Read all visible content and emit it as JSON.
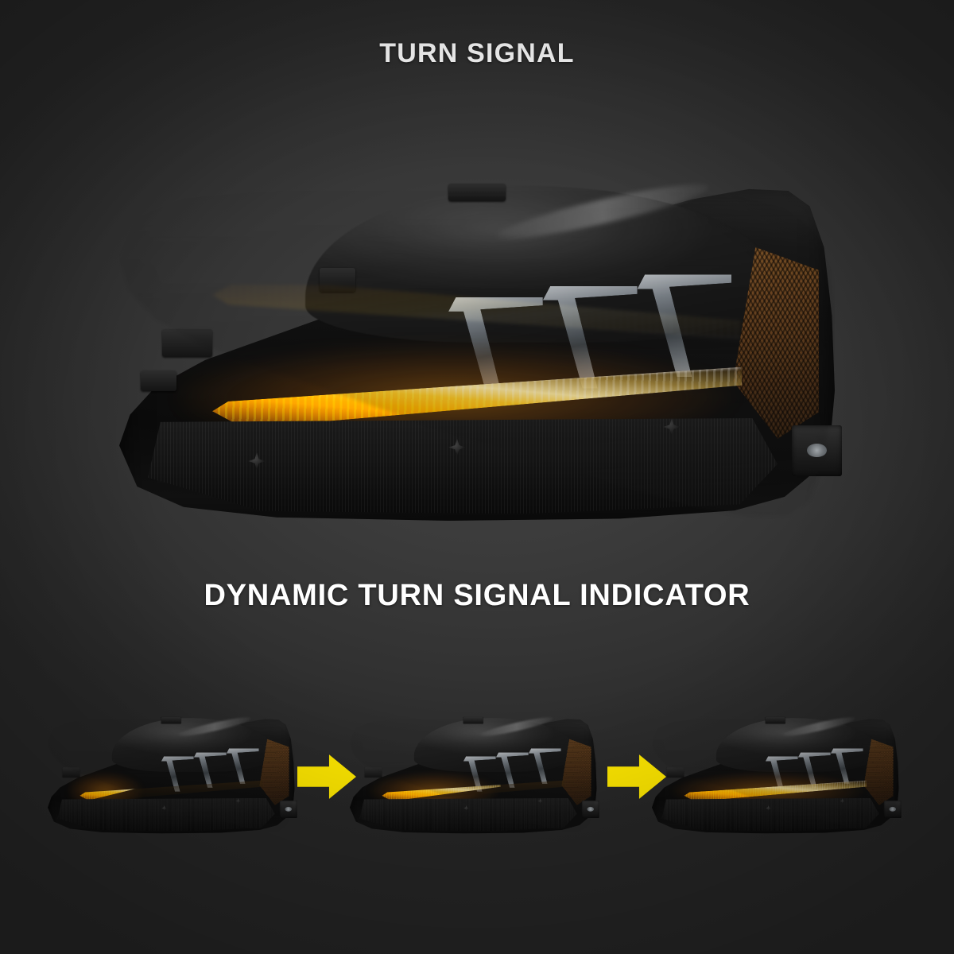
{
  "page": {
    "background_color": "#3b3b3b",
    "edge_color": "#262626"
  },
  "headings": {
    "main_title": "TURN SIGNAL",
    "subtitle": "DYNAMIC TURN SIGNAL INDICATOR"
  },
  "colors": {
    "led_amber": "#ffa707",
    "led_core": "#ffe9a8",
    "arrow_yellow": "#ffe800",
    "housing_black": "#111111",
    "chrome": "#cfd6dc",
    "side_marker_amber": "#8a5a2a",
    "text_white": "#ffffff"
  },
  "hero": {
    "name": "headlight-assembly",
    "led_fill_percent": 100,
    "state_label": "full-illumination",
    "drl_chevron_count": 3,
    "drl_state": "off"
  },
  "sequence": {
    "name": "dynamic-turn-signal-sequence",
    "arrow_glyph": "right-arrow",
    "steps": [
      {
        "index": 1,
        "name": "sequence-step-1",
        "led_fill_percent": 35,
        "state_label": "sweep-start"
      },
      {
        "index": 2,
        "name": "sequence-step-2",
        "led_fill_percent": 65,
        "state_label": "sweep-mid"
      },
      {
        "index": 3,
        "name": "sequence-step-3",
        "led_fill_percent": 100,
        "state_label": "sweep-complete"
      }
    ]
  }
}
